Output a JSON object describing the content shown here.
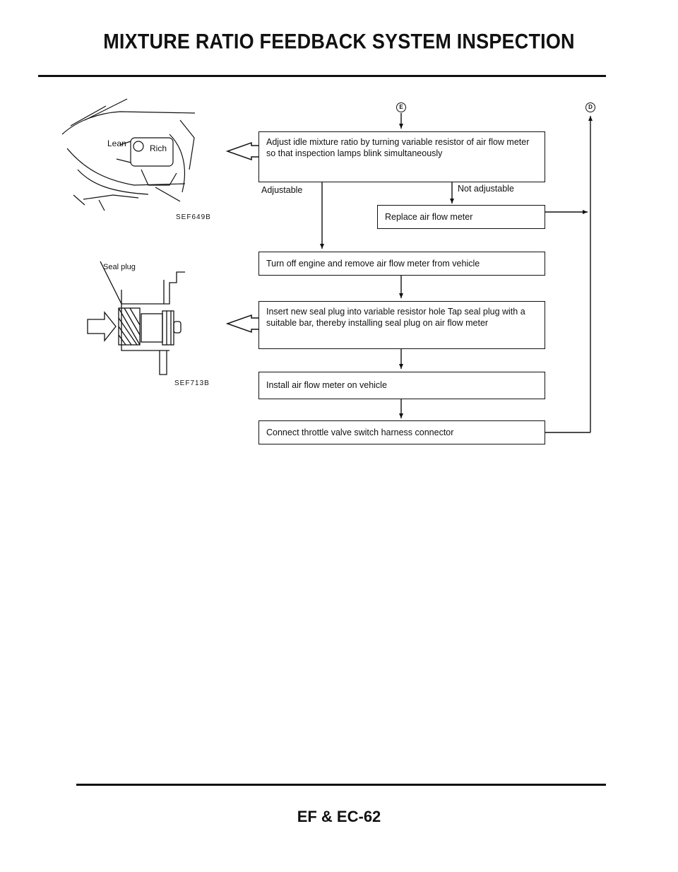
{
  "header": {
    "title": "MIXTURE RATIO FEEDBACK SYSTEM INSPECTION"
  },
  "figures": {
    "fig1": {
      "code": "SEF649B",
      "lean_label": "Lean",
      "rich_label": "Rich"
    },
    "fig2": {
      "code": "SEF713B",
      "seal_plug_label": "Seal plug"
    }
  },
  "connectors": {
    "top": "E",
    "right": "D"
  },
  "flow": {
    "adjust_box": "Adjust idle mixture ratio by turning variable resistor of air flow meter so that inspection lamps blink simultaneously",
    "adjustable_label": "Adjustable",
    "not_adjustable_label": "Not adjustable",
    "replace_box": "Replace air flow meter",
    "turn_off_box": "Turn off engine and remove air flow meter from vehicle",
    "insert_box": "Insert new seal plug into variable resistor hole  Tap seal plug with a suitable bar, thereby installing seal plug on air flow meter",
    "install_box": "Install air flow meter on vehicle",
    "connect_box": "Connect throttle valve switch harness connector"
  },
  "footer": {
    "page_label": "EF & EC-62"
  }
}
